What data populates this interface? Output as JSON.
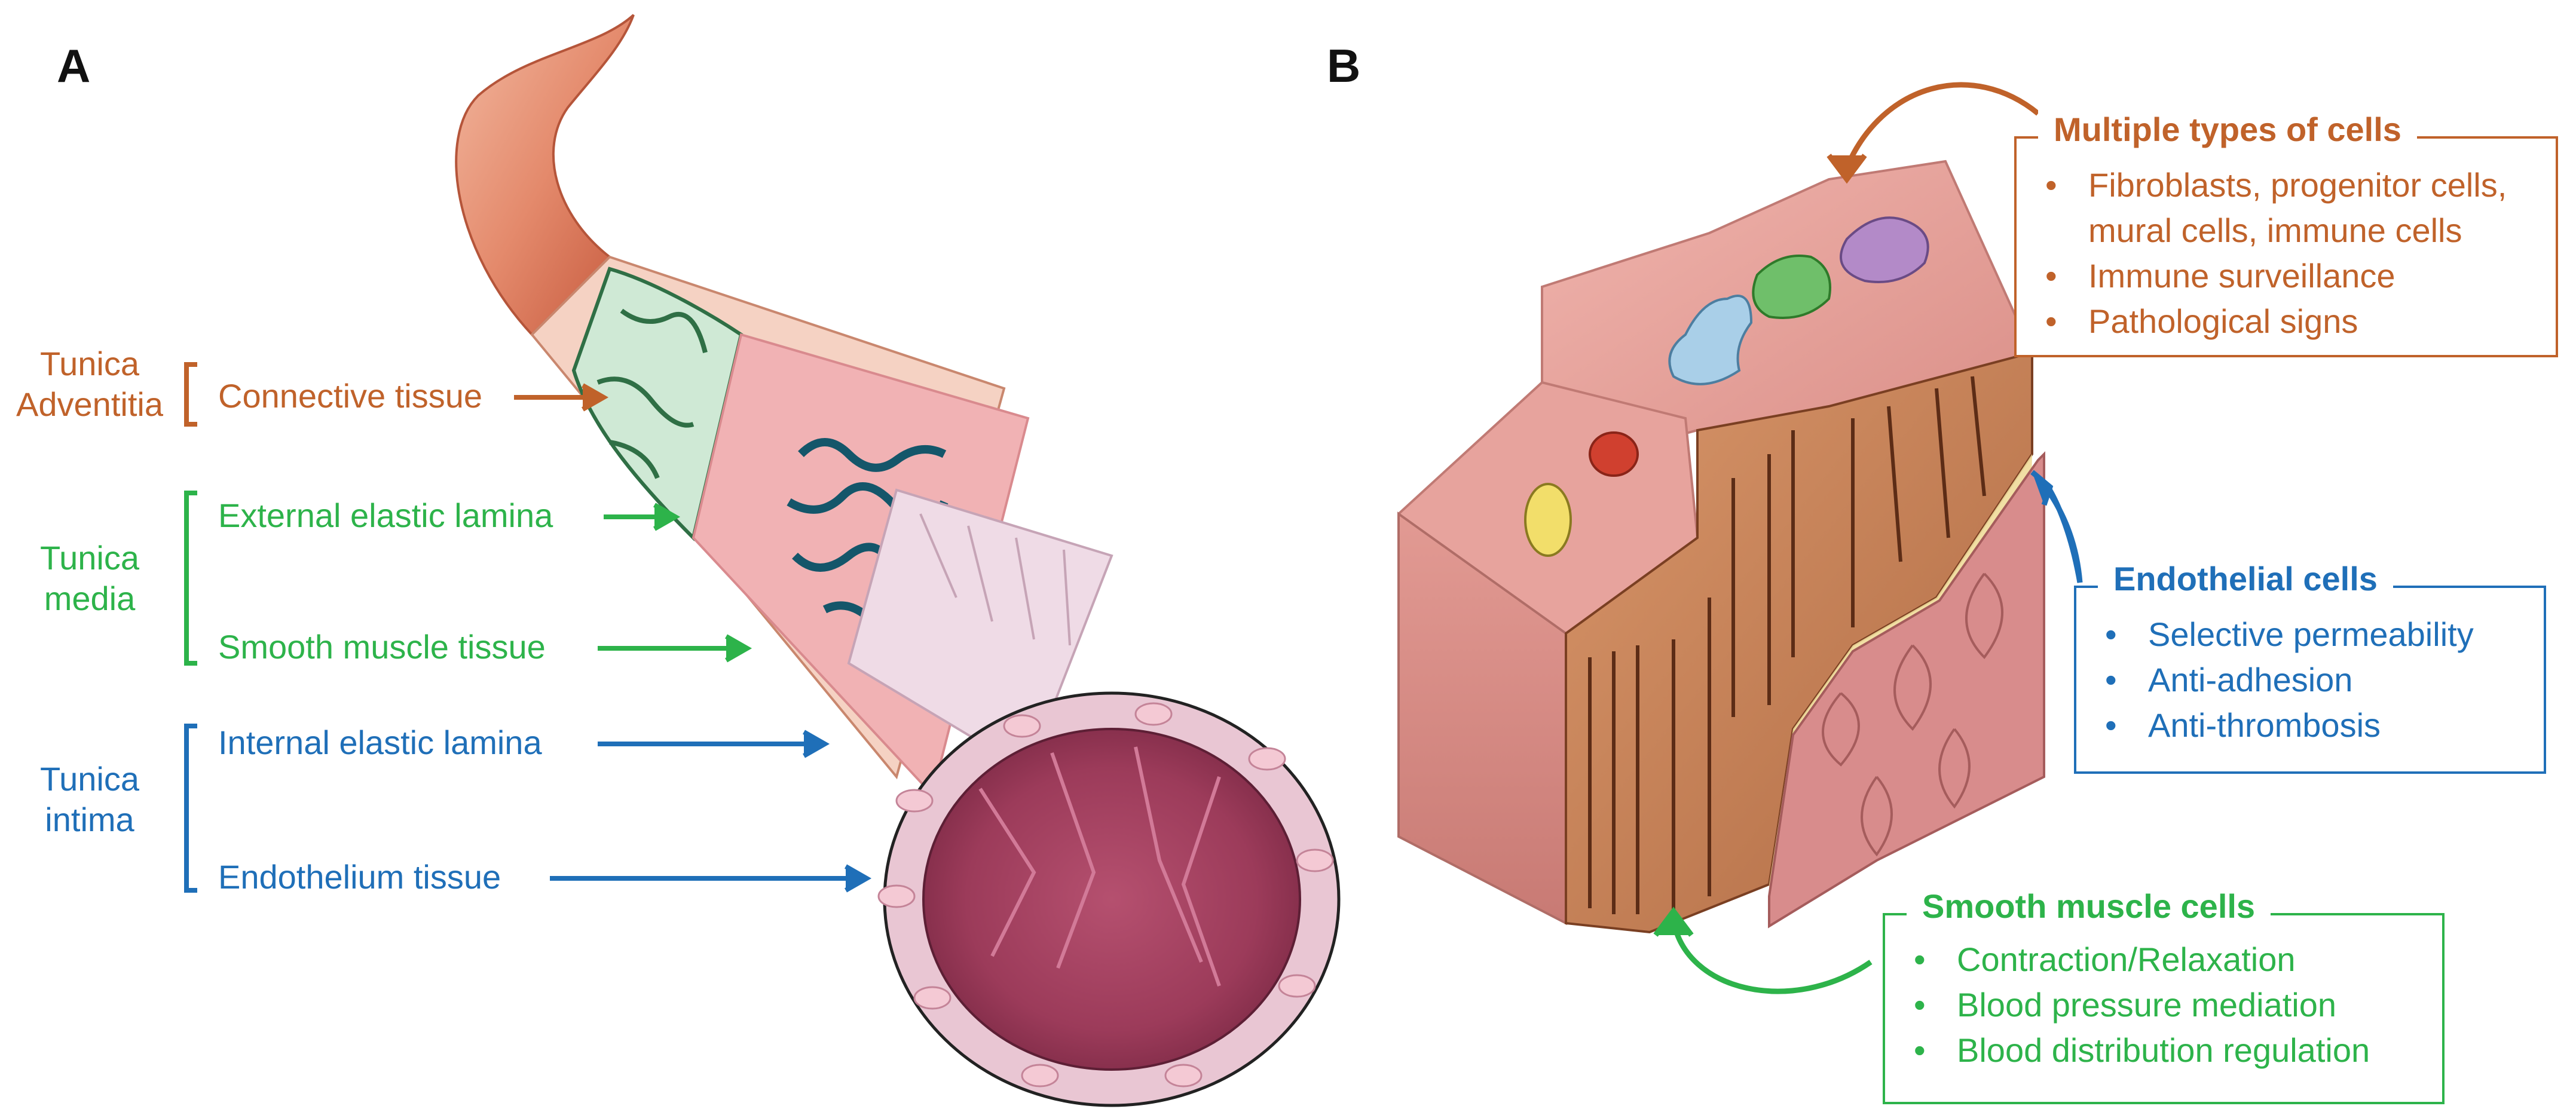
{
  "panel_a": {
    "letter": "A",
    "layers": [
      {
        "name": "Tunica Adventitia",
        "lines": [
          "Tunica",
          "Adventitia"
        ],
        "color": "#c0622a",
        "components": [
          "Connective tissue"
        ]
      },
      {
        "name": "Tunica media",
        "lines": [
          "Tunica",
          "media"
        ],
        "color": "#2db34a",
        "components": [
          "External elastic lamina",
          "Smooth muscle tissue"
        ]
      },
      {
        "name": "Tunica intima",
        "lines": [
          "Tunica",
          "intima"
        ],
        "color": "#1f6fb8",
        "components": [
          "Internal elastic lamina",
          "Endothelium tissue"
        ]
      }
    ]
  },
  "panel_b": {
    "letter": "B",
    "boxes": [
      {
        "title": "Multiple types of cells",
        "color": "#c0622a",
        "items": [
          "Fibroblasts, progenitor cells,",
          "mural cells, immune cells",
          "Immune surveillance",
          "Pathological signs"
        ],
        "bullets": [
          true,
          false,
          true,
          true
        ]
      },
      {
        "title": "Endothelial cells",
        "color": "#1f6fb8",
        "items": [
          "Selective permeability",
          "Anti-adhesion",
          "Anti-thrombosis"
        ],
        "bullets": [
          true,
          true,
          true
        ]
      },
      {
        "title": "Smooth muscle cells",
        "color": "#2db34a",
        "items": [
          "Contraction/Relaxation",
          "Blood pressure mediation",
          "Blood distribution regulation"
        ],
        "bullets": [
          true,
          true,
          true
        ]
      }
    ]
  },
  "bullet_char": "•"
}
